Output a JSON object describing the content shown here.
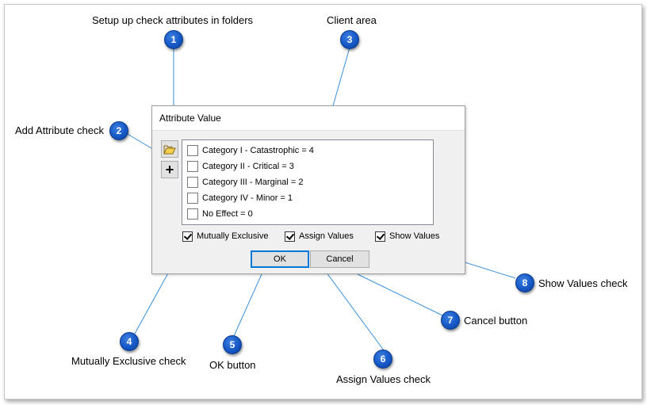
{
  "dialog": {
    "title": "Attribute Value",
    "tools": [
      {
        "icon": "folder-open-icon"
      },
      {
        "icon": "plus-icon",
        "label": "+"
      }
    ],
    "list_items": [
      {
        "label": "Category I - Catastrophic = 4",
        "checked": false
      },
      {
        "label": "Category II - Critical = 3",
        "checked": false
      },
      {
        "label": "Category III - Marginal = 2",
        "checked": false
      },
      {
        "label": "Category IV - Minor = 1",
        "checked": false
      },
      {
        "label": "No Effect = 0",
        "checked": false
      }
    ],
    "options": {
      "mutually_exclusive": {
        "label": "Mutually Exclusive",
        "checked": true
      },
      "assign_values": {
        "label": "Assign Values",
        "checked": true
      },
      "show_values": {
        "label": "Show Values",
        "checked": true
      }
    },
    "buttons": {
      "ok": "OK",
      "cancel": "Cancel"
    }
  },
  "callouts": [
    {
      "number": "1",
      "label": "Setup up check attributes in folders"
    },
    {
      "number": "2",
      "label": "Add Attribute check"
    },
    {
      "number": "3",
      "label": "Client area"
    },
    {
      "number": "4",
      "label": "Mutually Exclusive check"
    },
    {
      "number": "5",
      "label": "OK button"
    },
    {
      "number": "6",
      "label": "Assign Values check"
    },
    {
      "number": "7",
      "label": "Cancel button"
    },
    {
      "number": "8",
      "label": "Show Values check"
    }
  ],
  "colors": {
    "marker": "#1558c6",
    "leader_line": "#3a8fd8",
    "default_button_border": "#0078d7"
  }
}
